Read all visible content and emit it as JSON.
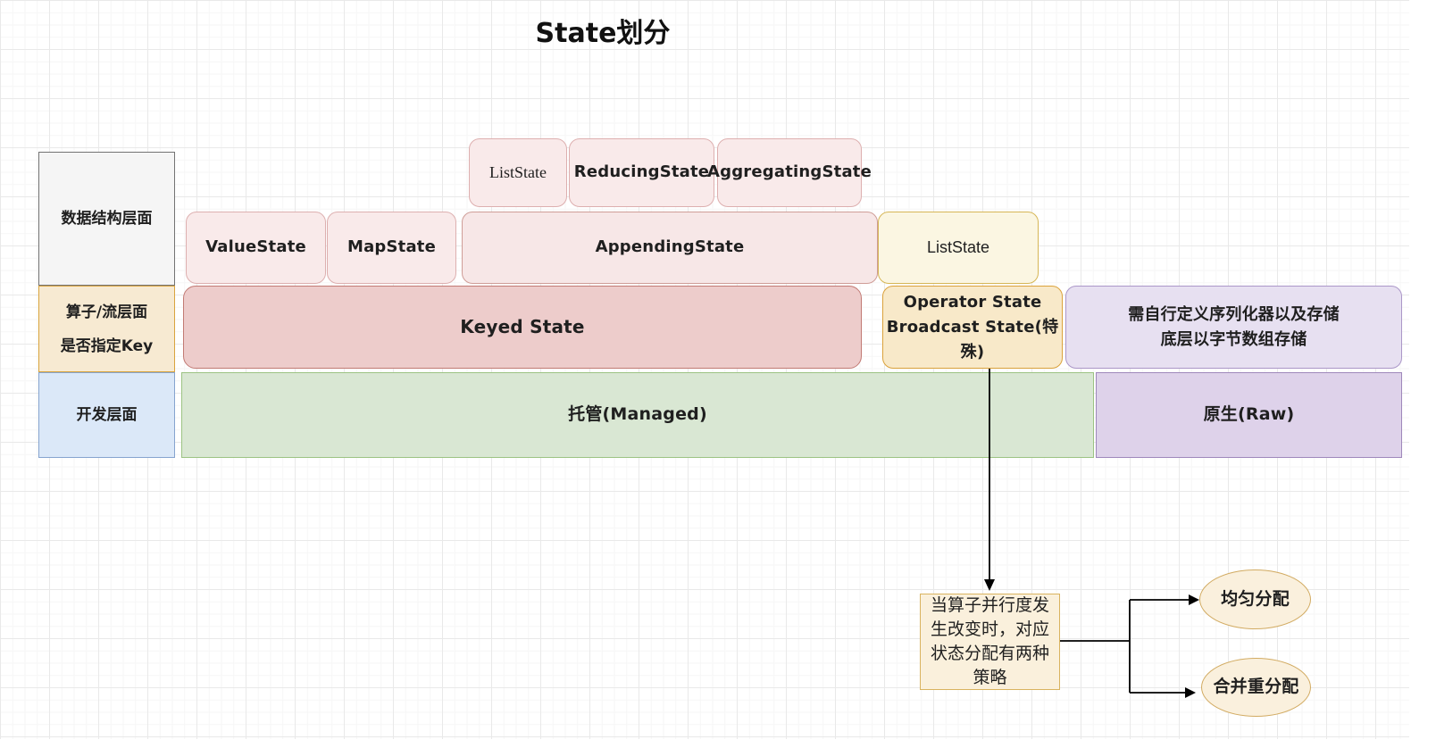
{
  "title": "State划分",
  "left_column": {
    "data_structure_label": "数据结构层面",
    "operator_stream_lines": [
      "算子/流层面",
      "是否指定Key"
    ],
    "dev_label": "开发层面"
  },
  "data_structure_row_top": {
    "list_state": "ListState",
    "reducing_state": "ReducingState",
    "aggregating_state": "AggregatingState"
  },
  "data_structure_row": {
    "value_state": "ValueState",
    "map_state": "MapState",
    "appending_state": "AppendingState",
    "list_state_operator": "ListState"
  },
  "scope_row": {
    "keyed_state": "Keyed State",
    "operator_state_lines": [
      "Operator State",
      "Broadcast State(特殊)"
    ],
    "raw_serialize_lines": [
      "需自行定义序列化器以及存储",
      "底层以字节数组存储"
    ]
  },
  "dev_row": {
    "managed": "托管(Managed)",
    "raw": "原生(Raw)"
  },
  "note": {
    "lines": [
      "当算子并行度发",
      "生改变时，对应",
      "状态分配有两种",
      "策略"
    ]
  },
  "strategies": {
    "even": "均匀分配",
    "merge_redistribute": "合并重分配"
  },
  "colors": {
    "pink_fill": "#f9eaea",
    "pink_border": "#ddafaf",
    "keyed_fill": "#edcccb",
    "keyed_border": "#c27a74",
    "yellow_fill": "#fbf6e2",
    "yellow_border": "#d6b656",
    "orange_fill": "#f8e9c9",
    "orange_border": "#dba23b",
    "purple_fill": "#e7e0f1",
    "purple_border": "#ab97c8",
    "green_fill": "#d9e7d3",
    "blue_fill": "#dbe8f8",
    "note_fill": "#faf0dc",
    "connector": "#000000"
  }
}
